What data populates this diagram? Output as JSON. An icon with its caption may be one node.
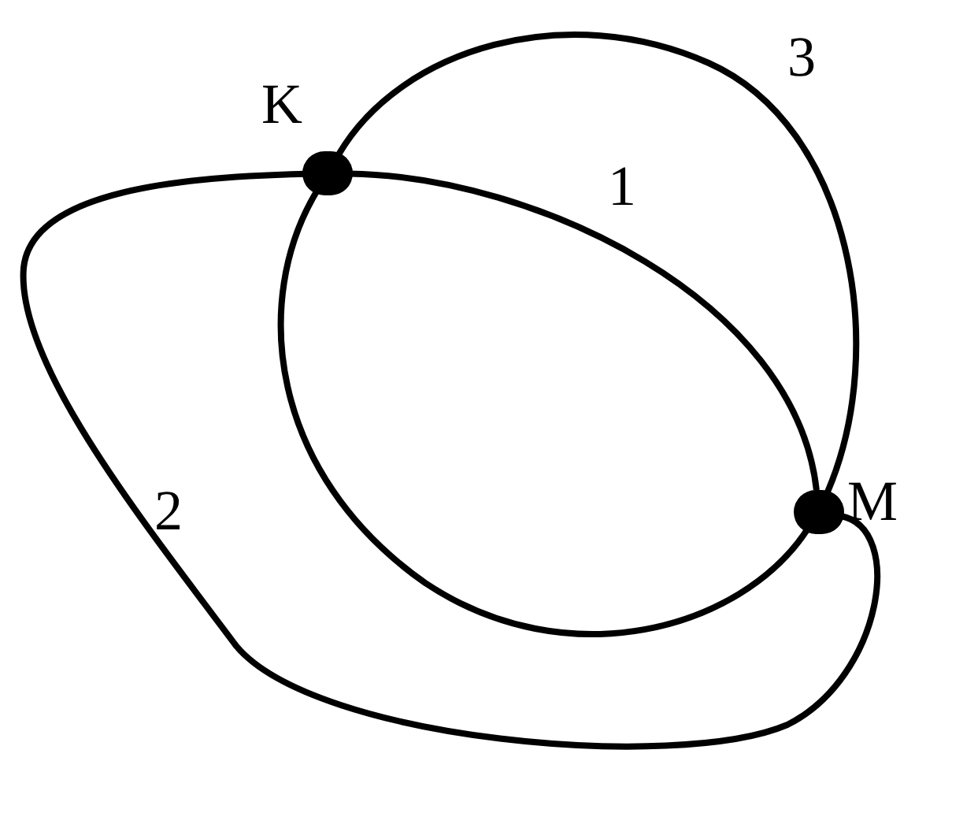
{
  "diagram": {
    "nodes": [
      {
        "text": [],
        "shape": "circle",
        "beside": [
          "K"
        ]
      },
      {
        "text": [],
        "shape": "circle",
        "beside": [
          "M"
        ]
      }
    ],
    "edges": [
      {
        "from": 0,
        "to": 1,
        "arrow": "none",
        "label": "1"
      },
      {
        "from": 0,
        "to": 1,
        "arrow": "none",
        "label": "3"
      },
      {
        "from": 0,
        "to": 1,
        "arrow": "none"
      },
      {
        "from": 0,
        "to": 1,
        "arrow": "none",
        "label": "2"
      }
    ]
  }
}
